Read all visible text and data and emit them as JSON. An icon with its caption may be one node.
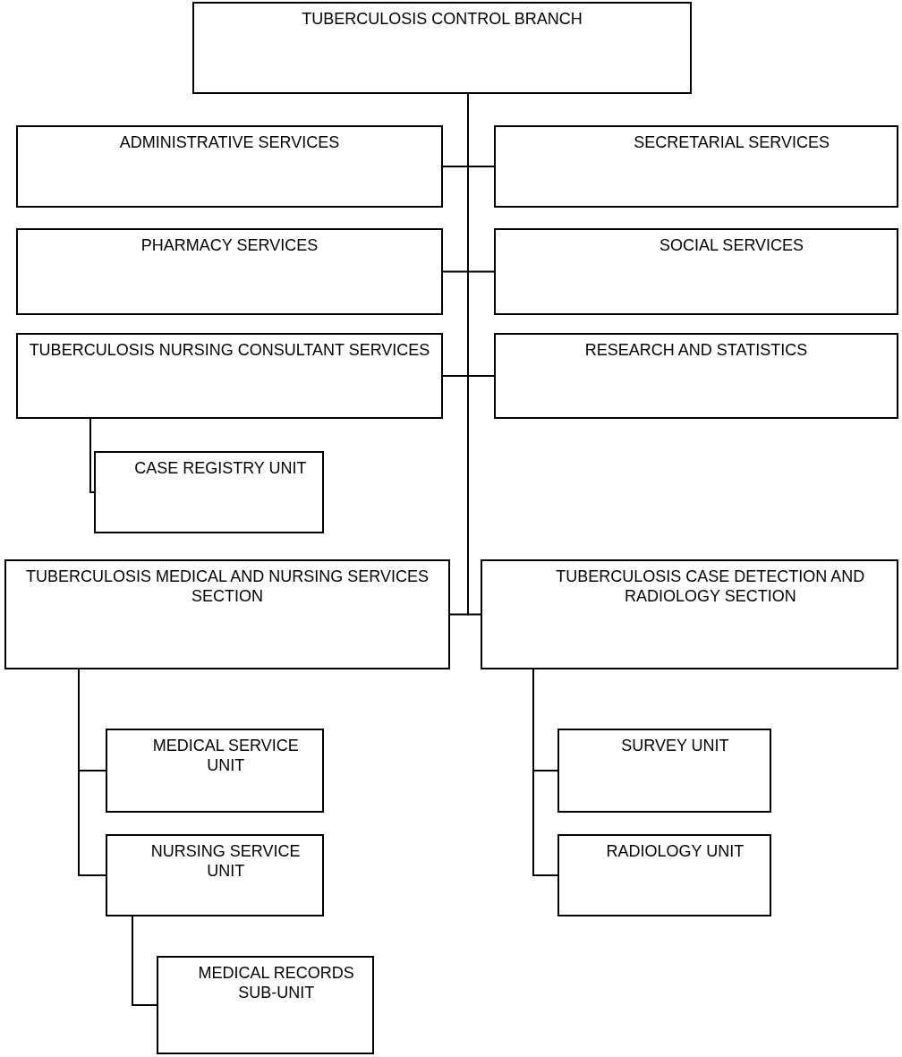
{
  "diagram": {
    "nodes": [
      {
        "text": [
          "TUBERCULOSIS CONTROL BRANCH"
        ]
      },
      {
        "text": [
          "ADMINISTRATIVE SERVICES"
        ]
      },
      {
        "text": [
          "SECRETARIAL SERVICES"
        ]
      },
      {
        "text": [
          "PHARMACY SERVICES"
        ]
      },
      {
        "text": [
          "SOCIAL SERVICES"
        ]
      },
      {
        "text": [
          "TUBERCULOSIS NURSING CONSULTANT SERVICES"
        ]
      },
      {
        "text": [
          "RESEARCH AND STATISTICS"
        ]
      },
      {
        "text": [
          "CASE REGISTRY UNIT"
        ]
      },
      {
        "text": [
          "TUBERCULOSIS MEDICAL AND NURSING SERVICES SECTION"
        ]
      },
      {
        "text": [
          "TUBERCULOSIS CASE DETECTION AND RADIOLOGY SECTION"
        ]
      },
      {
        "text": [
          "MEDICAL SERVICE UNIT"
        ]
      },
      {
        "text": [
          "NURSING SERVICE UNIT"
        ]
      },
      {
        "text": [
          "SURVEY UNIT"
        ]
      },
      {
        "text": [
          "RADIOLOGY UNIT"
        ]
      },
      {
        "text": [
          "MEDICAL RECORDS SUB-UNIT"
        ]
      }
    ],
    "edges": [
      {
        "from": 0,
        "to": 1,
        "arrow": "none"
      },
      {
        "from": 0,
        "to": 2,
        "arrow": "none"
      },
      {
        "from": 0,
        "to": 3,
        "arrow": "none"
      },
      {
        "from": 0,
        "to": 4,
        "arrow": "none"
      },
      {
        "from": 0,
        "to": 5,
        "arrow": "none"
      },
      {
        "from": 0,
        "to": 6,
        "arrow": "none"
      },
      {
        "from": 5,
        "to": 7,
        "arrow": "none"
      },
      {
        "from": 0,
        "to": 8,
        "arrow": "none"
      },
      {
        "from": 0,
        "to": 9,
        "arrow": "none"
      },
      {
        "from": 8,
        "to": 10,
        "arrow": "none"
      },
      {
        "from": 8,
        "to": 11,
        "arrow": "none"
      },
      {
        "from": 9,
        "to": 12,
        "arrow": "none"
      },
      {
        "from": 9,
        "to": 13,
        "arrow": "none"
      },
      {
        "from": 11,
        "to": 14,
        "arrow": "none"
      }
    ]
  }
}
